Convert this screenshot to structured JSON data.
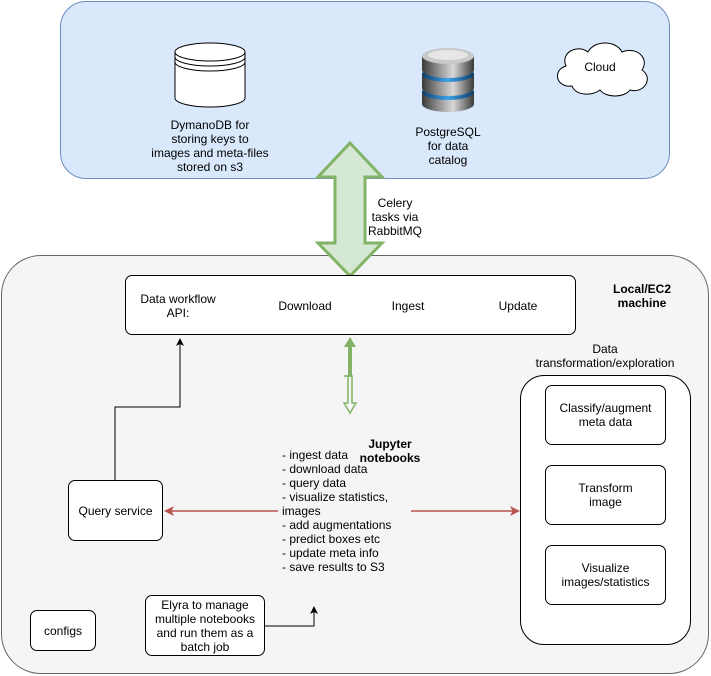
{
  "cloud": {
    "dynamodb_label": "DymanoDB for\nstoring keys to\nimages and meta-files\nstored on s3",
    "postgres_label": "PostgreSQL\nfor data\ncatalog",
    "cloud_label": "Cloud",
    "colors": {
      "fill": "#dae8fc",
      "stroke": "#6c8ebf"
    }
  },
  "connector": {
    "celery_label": "Celery\ntasks via\nRabbitMQ",
    "colors": {
      "fill": "#d5e8d4",
      "stroke": "#82b366"
    }
  },
  "local": {
    "title": "Local/EC2\nmachine",
    "api": {
      "title": "Data workflow\nAPI:",
      "download": "Download",
      "ingest": "Ingest",
      "update": "Update"
    },
    "notebooks": {
      "title": "Jupyter\nnotebooks",
      "items": [
        "- ingest data",
        "- download data",
        "- query data",
        "- visualize statistics,\nimages",
        "- add augmentations",
        "- predict boxes etc",
        "- update meta info",
        "- save results to S3"
      ]
    },
    "query_service": "Query service",
    "elyra": "Elyra to manage\nmultiple notebooks\nand run them as a\nbatch job",
    "configs": "configs",
    "transform_section": {
      "title": "Data\ntransformation/exploration",
      "classify": "Classify/augment\nmeta data",
      "transform": "Transform\nimage",
      "visualize": "Visualize\nimages/statistics"
    },
    "colors": {
      "fill": "#f5f5f5",
      "stroke": "#666666",
      "red_arrow": "#b85450",
      "green_arrow": "#82b366"
    }
  }
}
